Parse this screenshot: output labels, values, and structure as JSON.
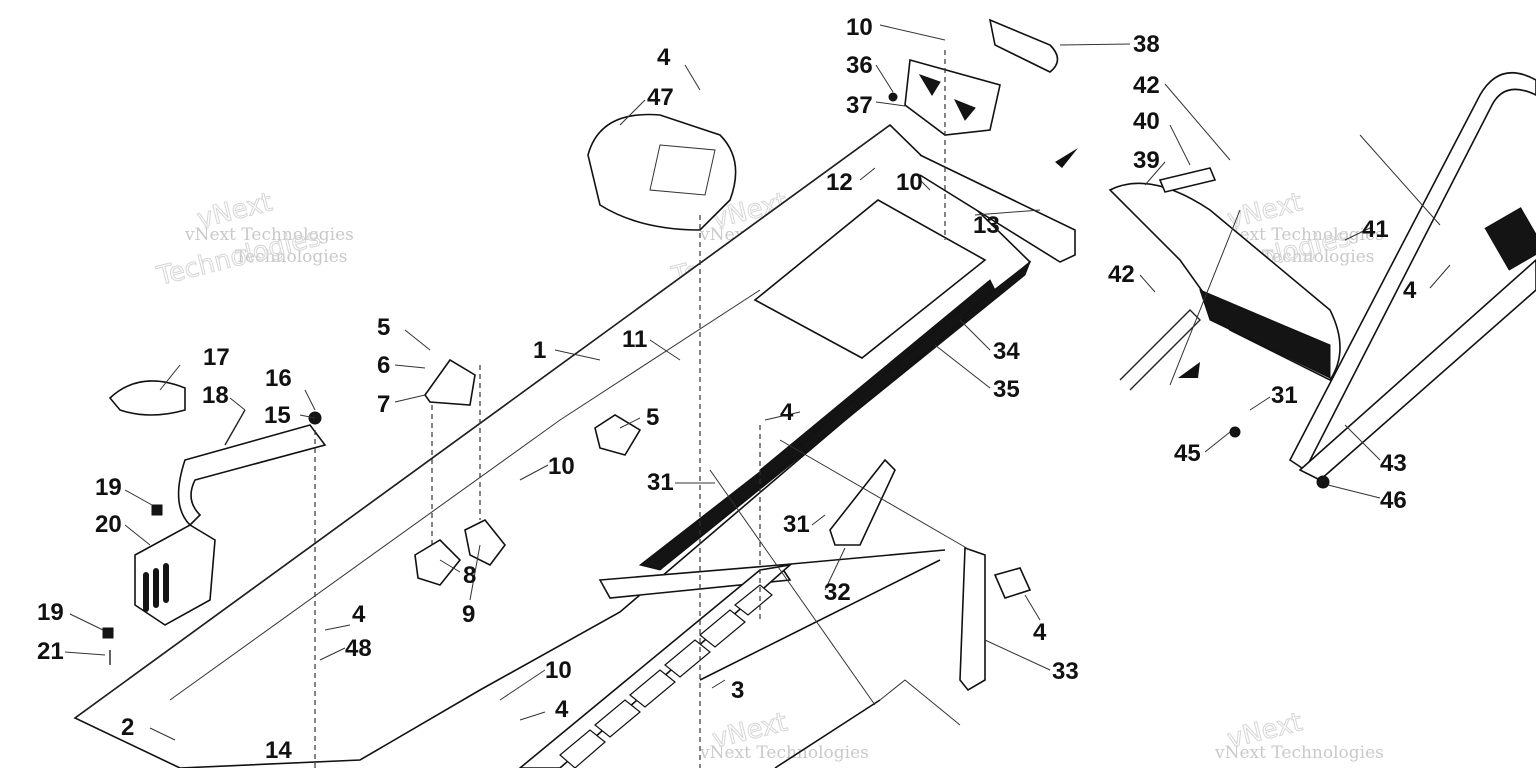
{
  "callouts": [
    "1",
    "2",
    "3",
    "4",
    "5",
    "6",
    "7",
    "8",
    "9",
    "10",
    "11",
    "12",
    "13",
    "14",
    "15",
    "16",
    "17",
    "18",
    "19",
    "20",
    "21",
    "31",
    "32",
    "33",
    "34",
    "35",
    "36",
    "37",
    "38",
    "39",
    "40",
    "41",
    "42",
    "43",
    "45",
    "46",
    "47",
    "48"
  ],
  "labels": {
    "l1": "1",
    "l2": "2",
    "l3": "3",
    "l4a": "4",
    "l4b": "4",
    "l4c": "4",
    "l4d": "4",
    "l4e": "4",
    "l4f": "4",
    "l5a": "5",
    "l5b": "5",
    "l6": "6",
    "l7": "7",
    "l8": "8",
    "l9": "9",
    "l10a": "10",
    "l10b": "10",
    "l10c": "10",
    "l10d": "10",
    "l11": "11",
    "l12": "12",
    "l13": "13",
    "l14": "14",
    "l15": "15",
    "l16": "16",
    "l17": "17",
    "l18": "18",
    "l19a": "19",
    "l19b": "19",
    "l20": "20",
    "l21": "21",
    "l31a": "31",
    "l31b": "31",
    "l31c": "31",
    "l32": "32",
    "l33": "33",
    "l34": "34",
    "l35": "35",
    "l36": "36",
    "l37": "37",
    "l38": "38",
    "l39": "39",
    "l40": "40",
    "l41": "41",
    "l42a": "42",
    "l42b": "42",
    "l43": "43",
    "l45": "45",
    "l46": "46",
    "l47": "47",
    "l48": "48"
  },
  "watermark": {
    "brand": "vNext Technologies",
    "word1": "vNext",
    "word2": "Technologies"
  },
  "colors": {
    "line": "#222222",
    "fill_dark": "#141414",
    "watermark": "#c9c9c9",
    "background": "#ffffff"
  }
}
